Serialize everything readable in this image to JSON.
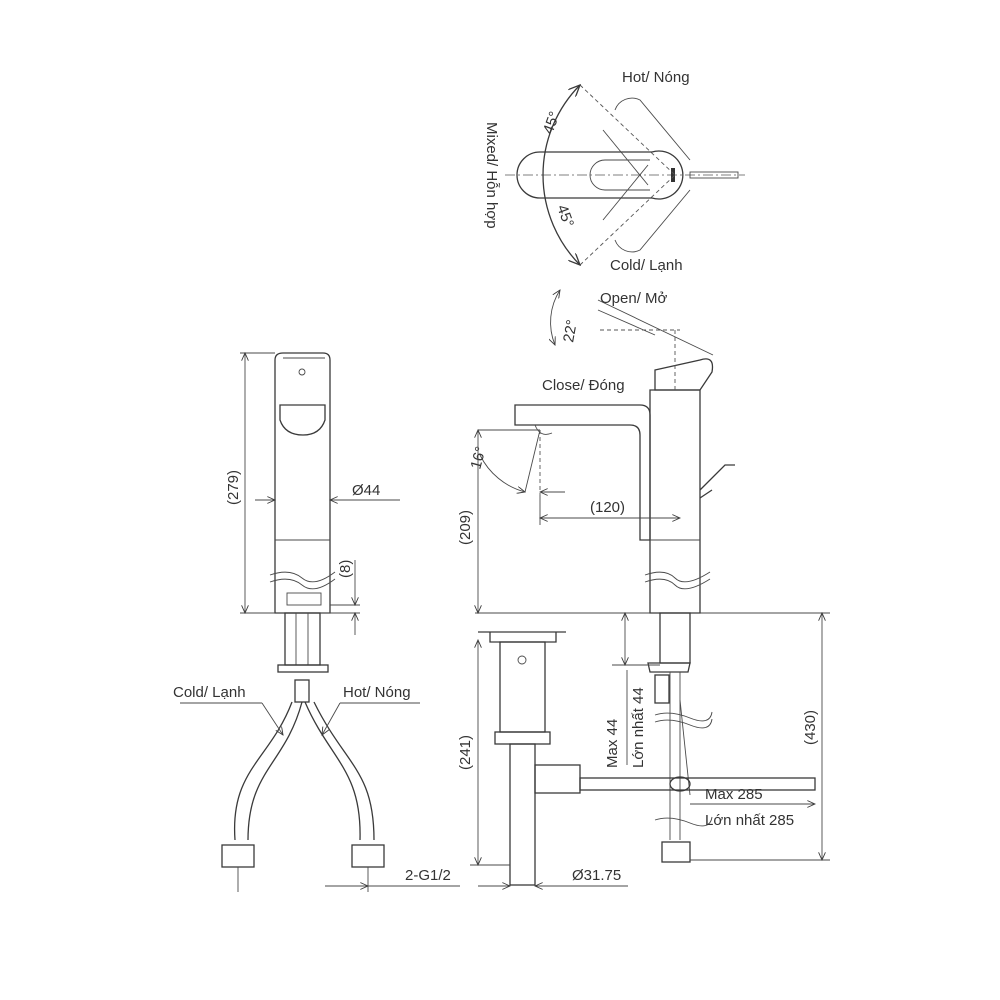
{
  "top_view": {
    "hot": "Hot/ Nóng",
    "cold": "Cold/ Lạnh",
    "mixed": "Mixed/ Hỗn hợp",
    "angle_hot": "45°",
    "angle_cold": "45°"
  },
  "side_view": {
    "height": "(279)",
    "diameter": "Ø44",
    "gap": "(8)",
    "cold": "Cold/ Lạnh",
    "hot": "Hot/ Nóng",
    "thread": "2-G1/2"
  },
  "front_view": {
    "open": "Open/ Mở",
    "close": "Close/ Đóng",
    "handle_angle": "22°",
    "spout_angle": "16°",
    "spout_height": "(209)",
    "spout_reach": "(120)",
    "drain_height": "(241)",
    "drain_diameter": "Ø31.75",
    "max_deck_en": "Max 44",
    "max_deck_vi": "Lớn nhất 44",
    "total_height": "(430)",
    "max_pipe_en": "Max 285",
    "max_pipe_vi": "Lớn nhất 285"
  },
  "colors": {
    "line": "#3a3a3a",
    "background": "#ffffff"
  }
}
